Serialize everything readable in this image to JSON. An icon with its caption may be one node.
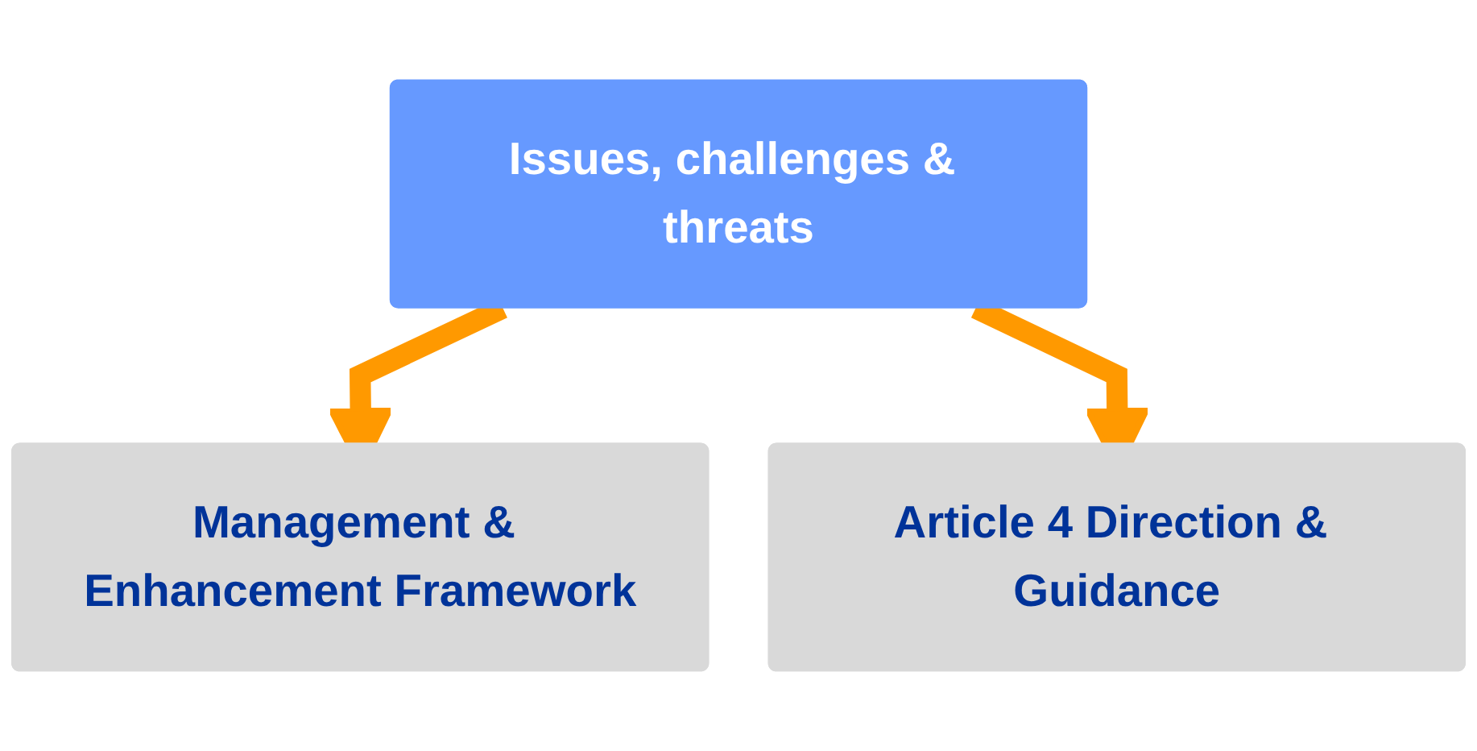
{
  "diagram": {
    "nodes": [
      {
        "text": [
          "Issues, challenges & threats"
        ]
      },
      {
        "text": [
          "Management & Enhancement Framework"
        ]
      },
      {
        "text": [
          "Article 4 Direction & Guidance"
        ]
      }
    ],
    "edges": [
      {
        "from": 0,
        "to": 1,
        "arrow": "to"
      },
      {
        "from": 0,
        "to": 2,
        "arrow": "to"
      }
    ]
  }
}
